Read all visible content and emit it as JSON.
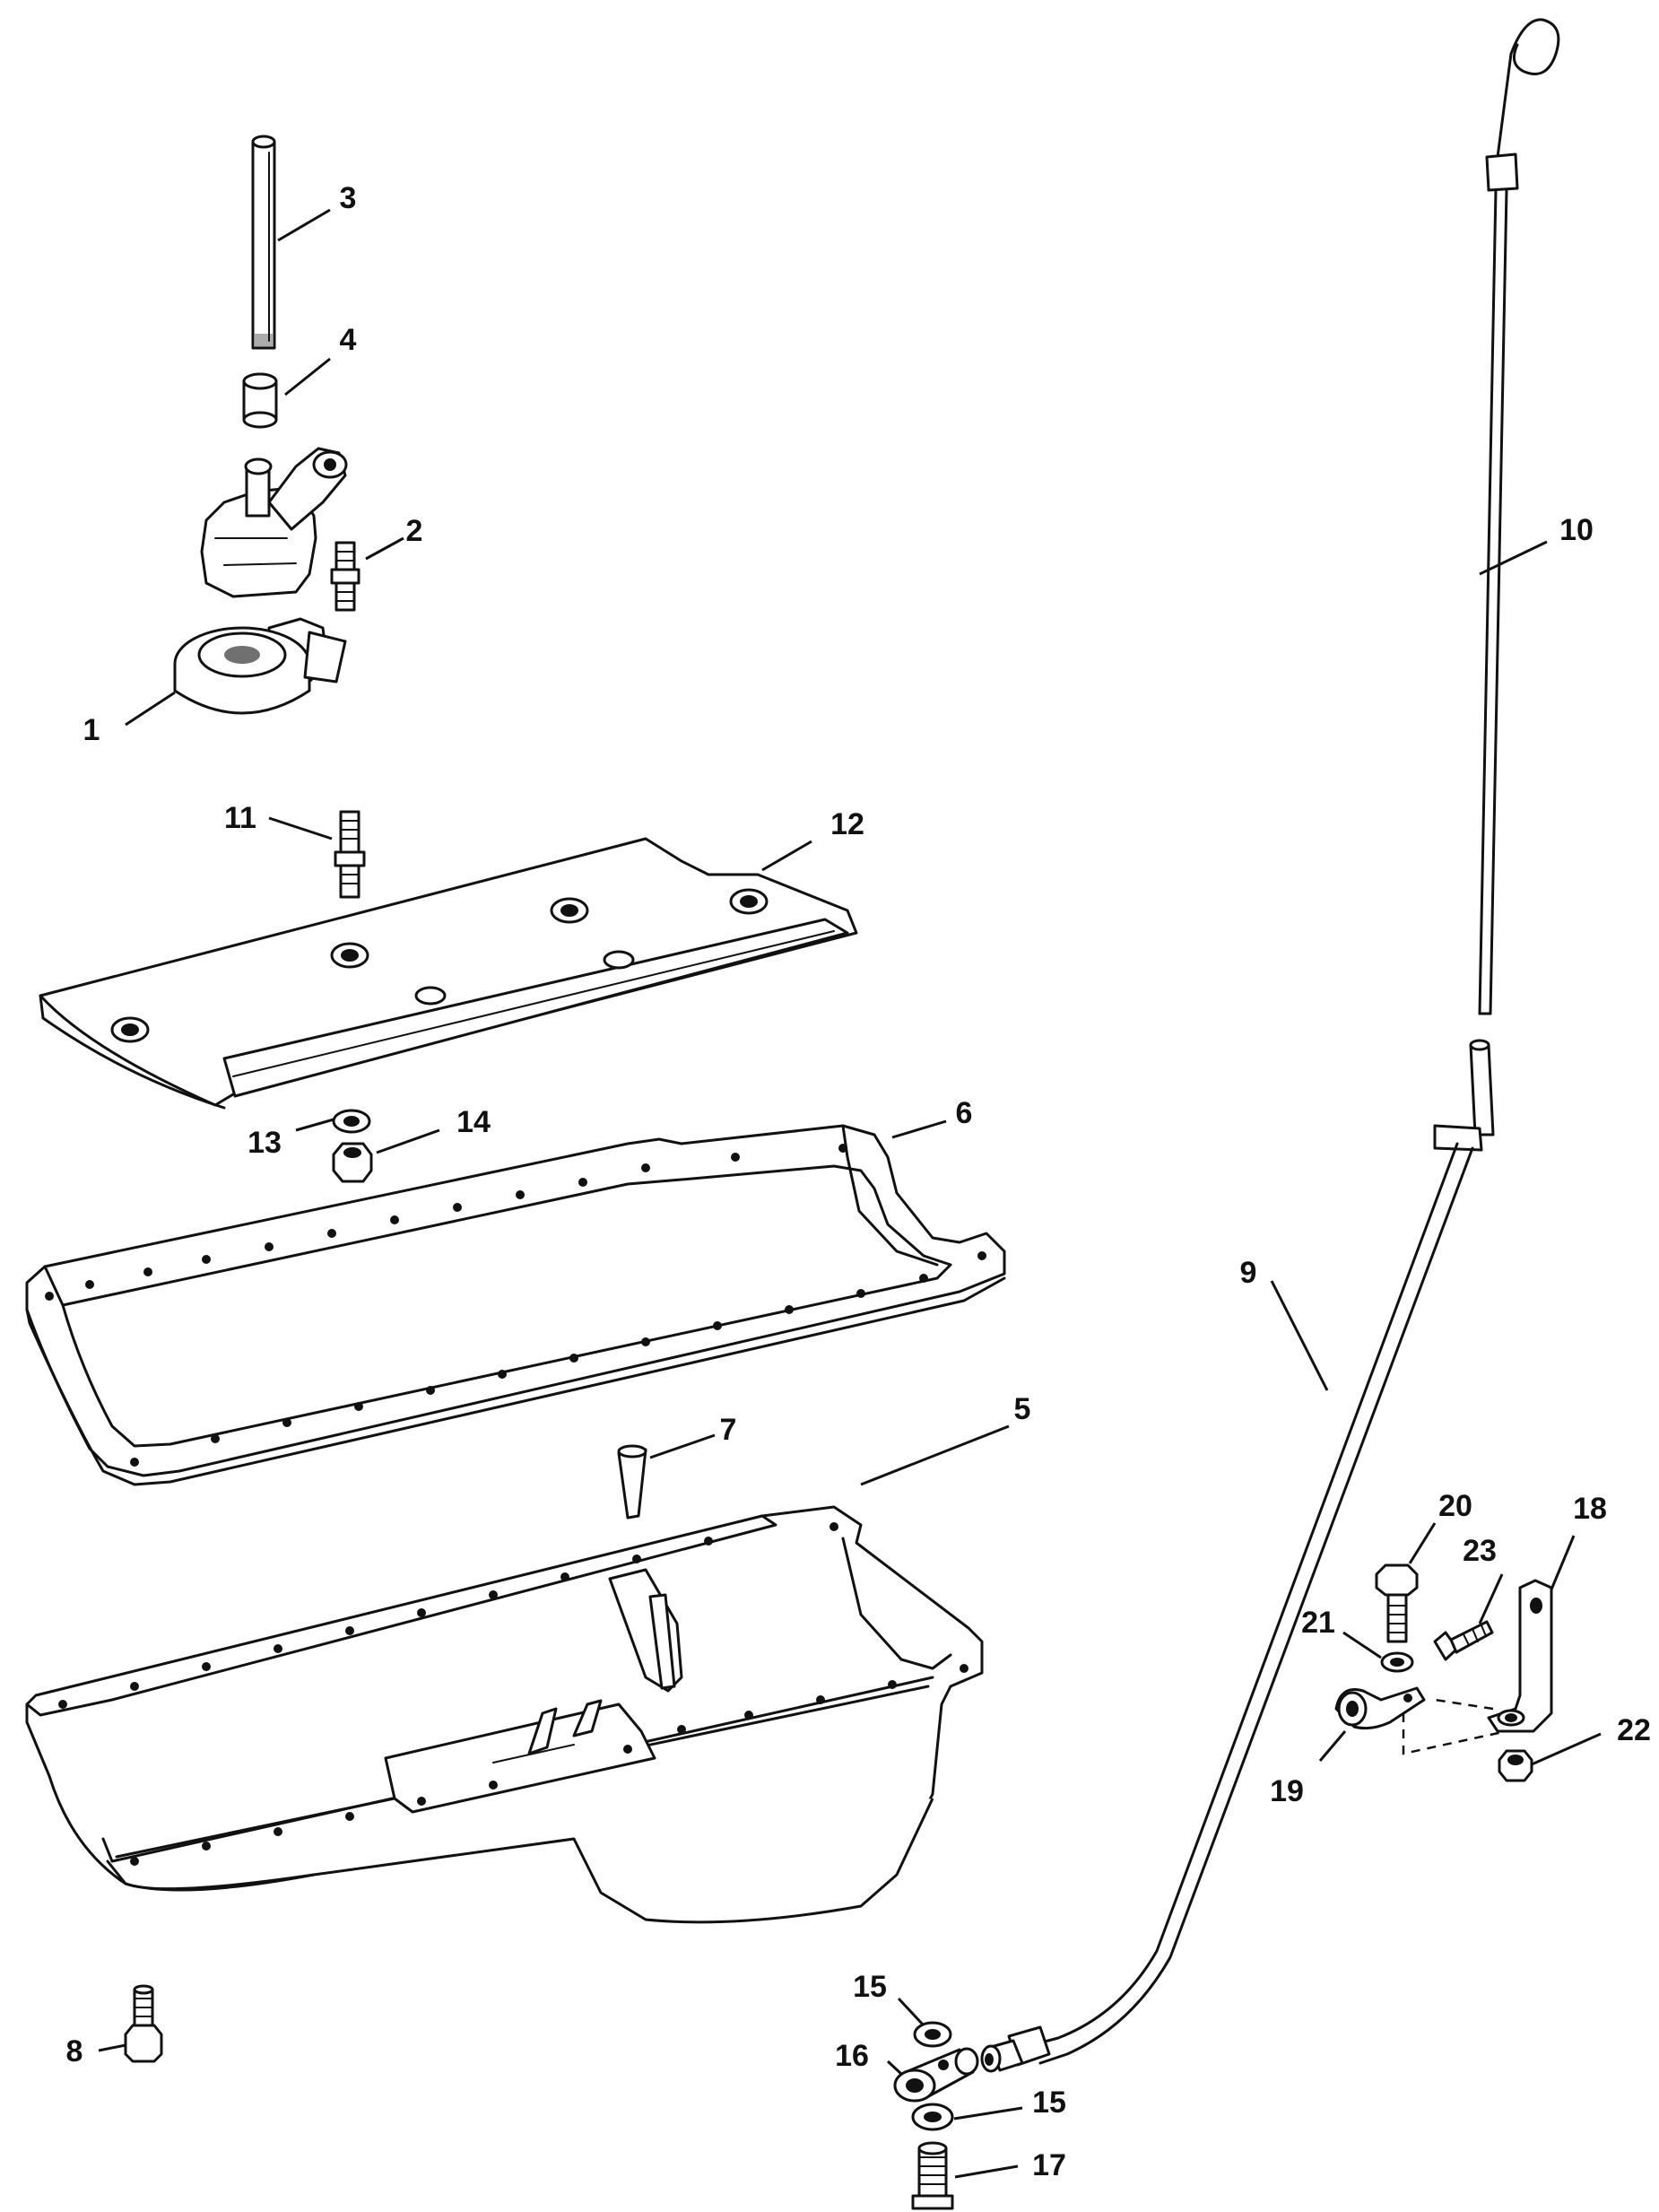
{
  "diagram": {
    "callouts": [
      "1",
      "2",
      "3",
      "4",
      "5",
      "6",
      "7",
      "8",
      "9",
      "10",
      "11",
      "12",
      "13",
      "14",
      "15",
      "15",
      "16",
      "17",
      "18",
      "19",
      "20",
      "21",
      "22",
      "23"
    ]
  }
}
